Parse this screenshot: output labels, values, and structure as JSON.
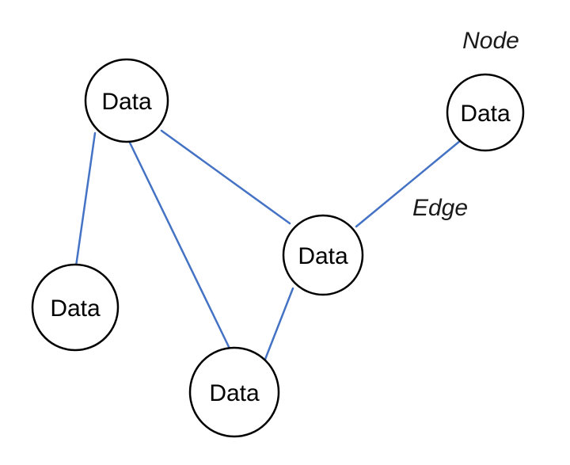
{
  "diagram": {
    "colors": {
      "edge": "#4472c4",
      "node_stroke": "#000000",
      "node_fill": "#ffffff"
    },
    "nodes": [
      {
        "id": "n1",
        "label": "Data"
      },
      {
        "id": "n2",
        "label": "Data"
      },
      {
        "id": "n3",
        "label": "Data"
      },
      {
        "id": "n4",
        "label": "Data"
      },
      {
        "id": "n5",
        "label": "Data"
      }
    ],
    "edges": [
      {
        "from": "n1",
        "to": "n4"
      },
      {
        "from": "n1",
        "to": "n5"
      },
      {
        "from": "n1",
        "to": "n3"
      },
      {
        "from": "n2",
        "to": "n3"
      },
      {
        "from": "n3",
        "to": "n5"
      }
    ],
    "annotations": {
      "node_label": "Node",
      "edge_label": "Edge"
    }
  }
}
